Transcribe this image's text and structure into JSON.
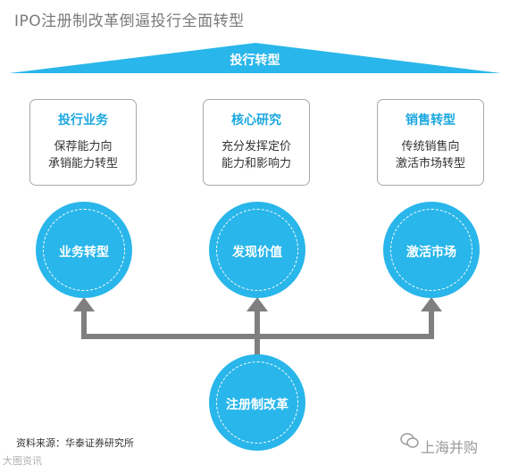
{
  "title": "IPO注册制改革倒逼投行全面转型",
  "roof_label": "投行转型",
  "cards": [
    {
      "title": "投行业务",
      "desc": "保荐能力向\n承销能力转型"
    },
    {
      "title": "核心研究",
      "desc": "充分发挥定价\n能力和影响力"
    },
    {
      "title": "销售转型",
      "desc": "传统销售向\n激活市场转型"
    }
  ],
  "circles": [
    "业务转型",
    "发现价值",
    "激活市场"
  ],
  "bottom_circle": "注册制改革",
  "source": "资料来源：华泰证券研究所",
  "watermark_left": "大图资讯",
  "watermark_right": "上海并购",
  "colors": {
    "accent": "#29b6ea",
    "arrow": "#7f7f7f",
    "card_title": "#1aa7e0"
  },
  "icons": {
    "watermark": "wechat-icon"
  }
}
